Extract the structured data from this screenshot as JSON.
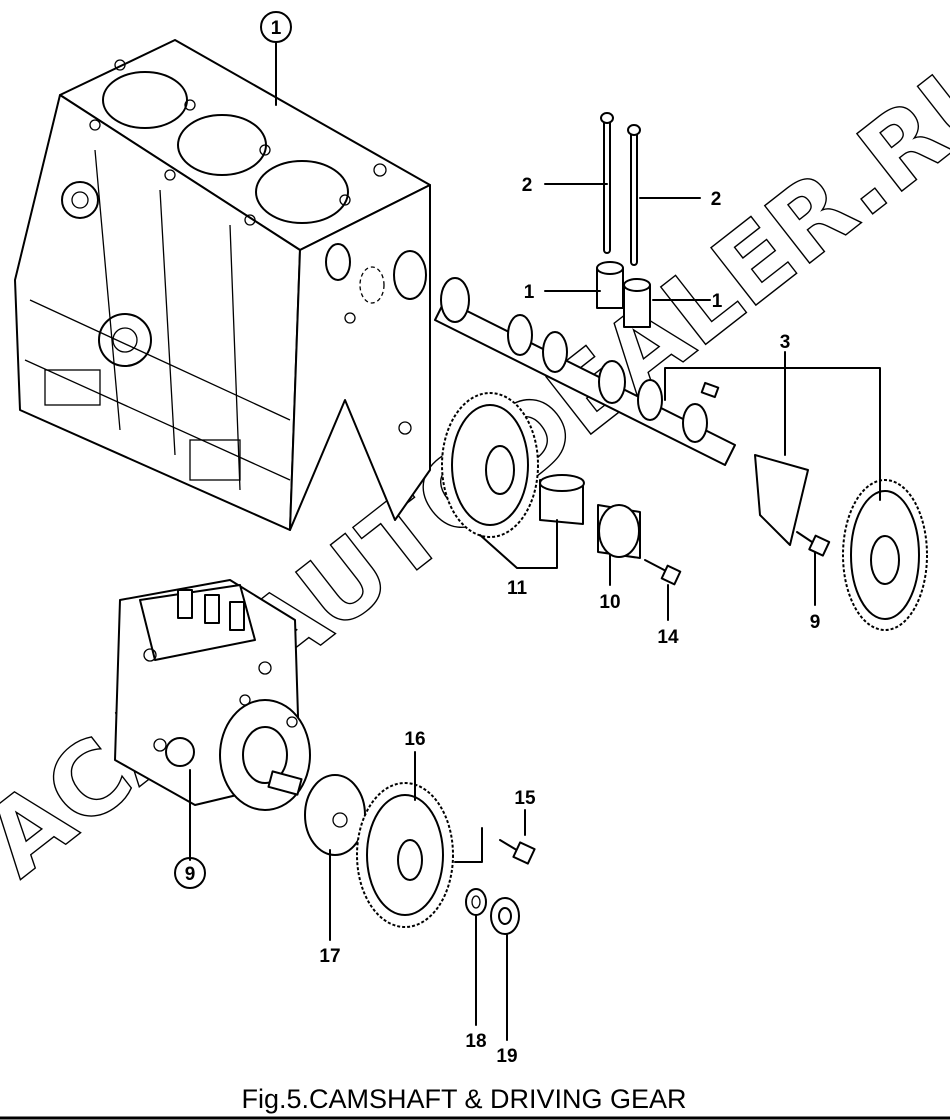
{
  "figure": {
    "caption": "Fig.5.CAMSHAFT & DRIVING GEAR",
    "watermark": "ACAT AUTODEALER.RU"
  },
  "callouts": [
    {
      "id": "c1",
      "number": "1"
    },
    {
      "id": "c2a",
      "number": "2"
    },
    {
      "id": "c2b",
      "number": "2"
    },
    {
      "id": "c1a",
      "number": "1"
    },
    {
      "id": "c1b",
      "number": "1"
    },
    {
      "id": "c3",
      "number": "3"
    },
    {
      "id": "c11",
      "number": "11"
    },
    {
      "id": "c10",
      "number": "10"
    },
    {
      "id": "c14",
      "number": "14"
    },
    {
      "id": "c9a",
      "number": "9"
    },
    {
      "id": "c9b",
      "number": "9"
    },
    {
      "id": "c16",
      "number": "16"
    },
    {
      "id": "c15",
      "number": "15"
    },
    {
      "id": "c17",
      "number": "17"
    },
    {
      "id": "c18",
      "number": "18"
    },
    {
      "id": "c19",
      "number": "19"
    }
  ]
}
